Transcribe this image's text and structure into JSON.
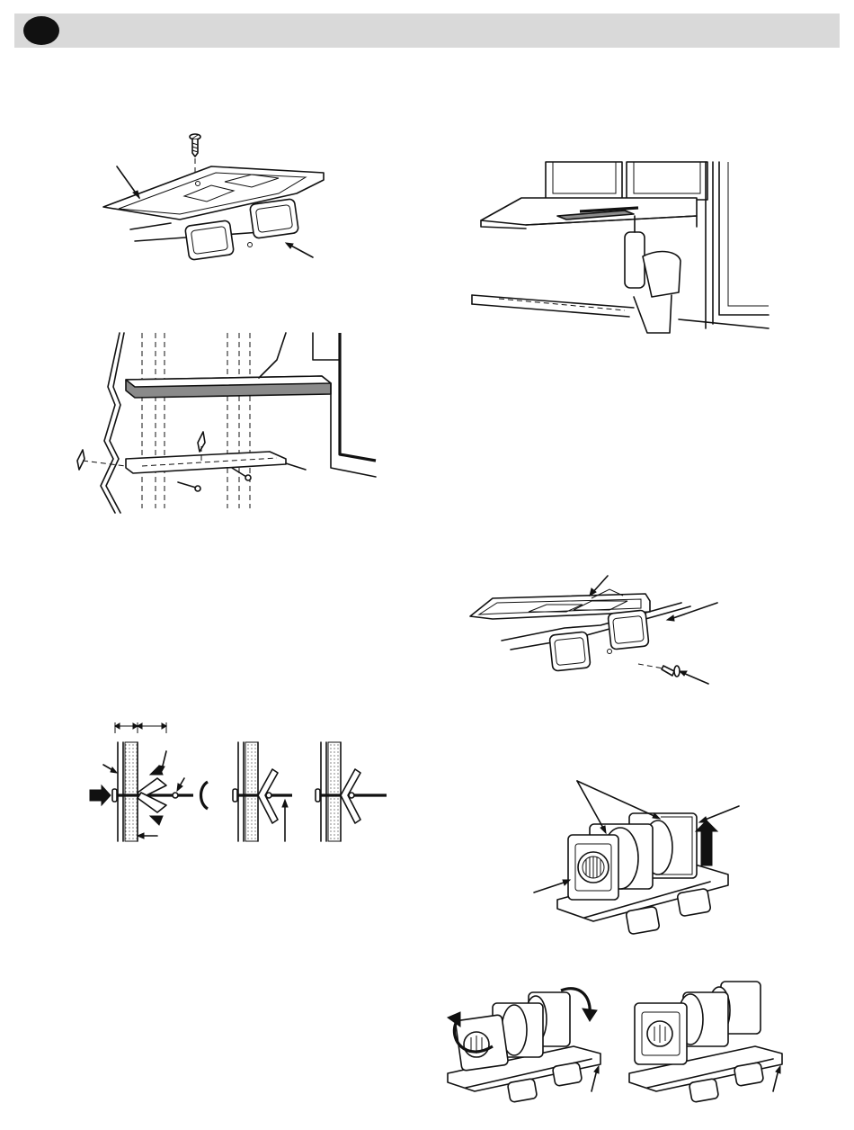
{
  "header": {
    "title": "",
    "accent_color": "#d9d9d9",
    "badge_color": "#111111"
  },
  "figures": [
    {
      "icon": "mounting-plate-screw-illustration"
    },
    {
      "icon": "cabinet-drill-illustration"
    },
    {
      "icon": "wall-plate-anchors-illustration"
    },
    {
      "icon": "damper-plate-screw-illustration"
    },
    {
      "icon": "toggle-bolt-steps-illustration"
    },
    {
      "icon": "blower-motor-lift-illustration"
    },
    {
      "icon": "blower-rotate-illustration"
    },
    {
      "icon": "blower-rotated-illustration"
    }
  ]
}
